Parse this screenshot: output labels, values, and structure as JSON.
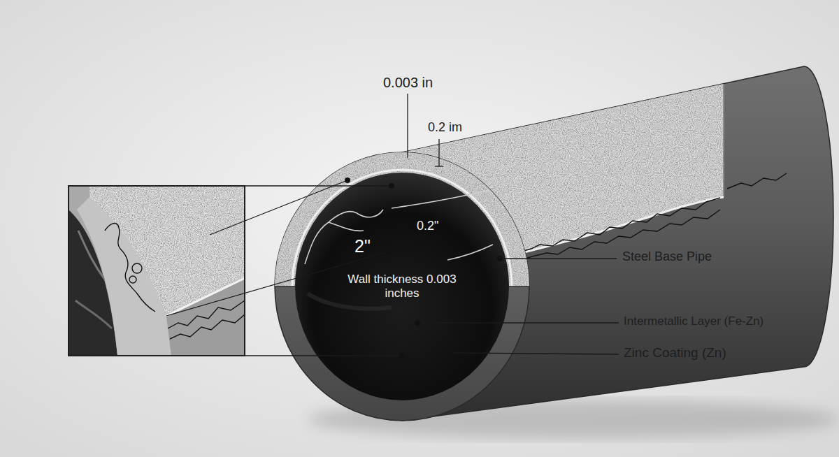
{
  "diagram": {
    "labels": [
      "0.003 in",
      "0.2 im",
      "0.2\"",
      "2\"",
      "Wall thickness 0.003 inches",
      "Steel Base Pipe",
      "Intermetallic Layer (Fe-Zn)",
      "Zinc Coating (Zn)"
    ]
  }
}
